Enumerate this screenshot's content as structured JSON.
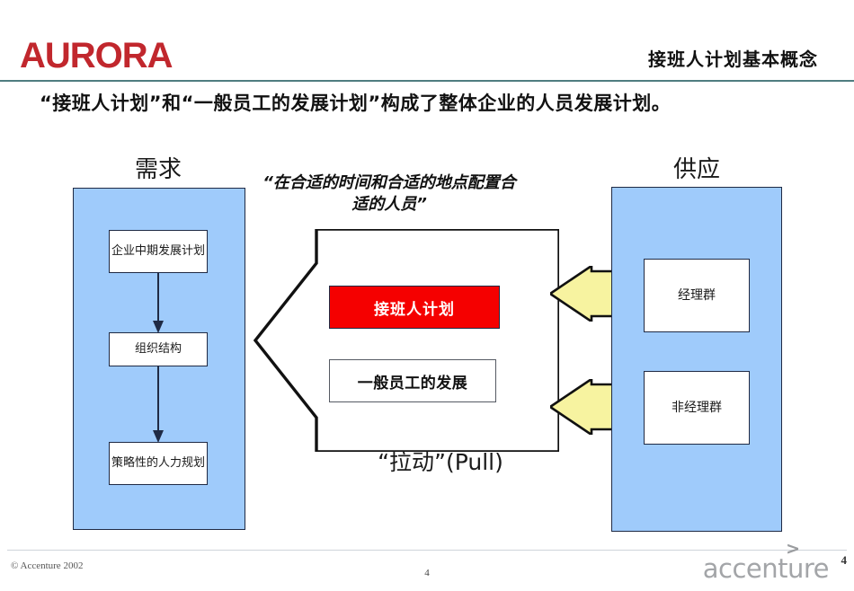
{
  "header": {
    "brand": "AURORA",
    "brand_color": "#c1272d",
    "title": "接班人计划基本概念",
    "rule_color": "#4f7d80"
  },
  "subtitle": "“接班人计划”和“一般员工的发展计划”构成了整体企业的人员发展计划。",
  "demand": {
    "heading": "需求",
    "panel_color": "#9fcbfb",
    "boxes": [
      {
        "label": "企业中期发展计划"
      },
      {
        "label": "组织结构"
      },
      {
        "label": "策略性的人力规划"
      }
    ]
  },
  "center": {
    "quote": "“在合适的时间和合适的地点配置合适的人员”",
    "succession_label": "接班人计划",
    "succession_color": "#f50000",
    "general_dev_label": "一般员工的发展",
    "pull_label": "“拉动”(Pull)"
  },
  "supply": {
    "heading": "供应",
    "panel_color": "#9fcbfb",
    "boxes": [
      {
        "label": "经理群"
      },
      {
        "label": "非经理群"
      }
    ],
    "arrow_color": "#f7f3a0"
  },
  "footer": {
    "copyright": "©  Accenture 2002",
    "page_number": "4",
    "corner_number": "4",
    "logo_text": "accenture",
    "logo_caret": ">"
  }
}
